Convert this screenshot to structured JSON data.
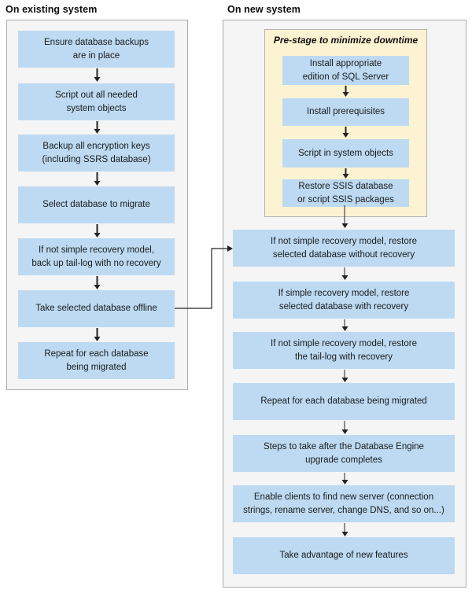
{
  "headers": {
    "left": "On existing system",
    "right": "On new system"
  },
  "colors": {
    "box_blue": "#BDDAF2",
    "panel_bg": "#F5F5F5",
    "panel_border": "#ADADAD",
    "prestage_bg": "#FBF3D2",
    "prestage_border": "#B3B3B3",
    "arrow": "#242424",
    "text": "#1B1B1B"
  },
  "left_panel": {
    "boxes": [
      "Ensure database backups\nare in place",
      "Script out all needed\nsystem objects",
      "Backup all encryption keys\n(including SSRS database)",
      "Select database to migrate",
      "If not simple recovery model,\nback up tail-log with no recovery",
      "Take selected database offline",
      "Repeat for each database\nbeing migrated"
    ]
  },
  "right_panel": {
    "prestage": {
      "title": "Pre-stage to minimize downtime",
      "boxes": [
        "Install appropriate\nedition of SQL Server",
        "Install prerequisites",
        "Script in system objects",
        "Restore SSIS database\nor script SSIS packages"
      ]
    },
    "boxes": [
      "If not simple recovery model, restore\nselected database without recovery",
      "If simple recovery model, restore\nselected database with recovery",
      "If not simple recovery model, restore\nthe tail-log with recovery",
      "Repeat for each database being migrated",
      "Steps to take after the Database Engine\nupgrade completes",
      "Enable clients to find new server (connection\nstrings, rename server, change DNS, and so on...)",
      "Take advantage of new features"
    ]
  }
}
